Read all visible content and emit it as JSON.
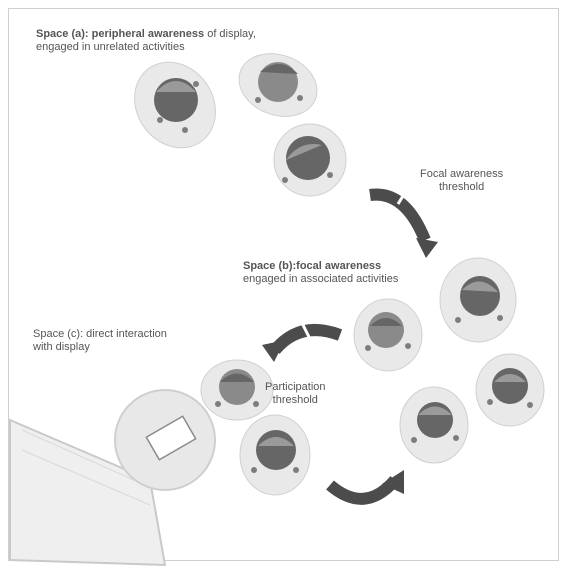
{
  "labels": {
    "space_a_bold": "Space (a): peripheral awareness",
    "space_a_rest_line1": " of display,",
    "space_a_line2": "engaged in unrelated activities",
    "focal_threshold_line1": "Focal awareness",
    "focal_threshold_line2": "threshold",
    "space_b_bold": "Space (b):focal awareness",
    "space_b_line2": "engaged in associated activities",
    "space_c_line1": "Space (c): direct interaction",
    "space_c_line2": "with display",
    "participation_threshold_line1": "Participation",
    "participation_threshold_line2": "threshold"
  },
  "colors": {
    "table_fill": "#e8e8e8",
    "table_stroke": "#c9c9c9",
    "head_dark": "#666666",
    "head_light": "#9a9a9a",
    "small_dots": "#7d7d7d",
    "arrow": "#4c4c4c"
  }
}
